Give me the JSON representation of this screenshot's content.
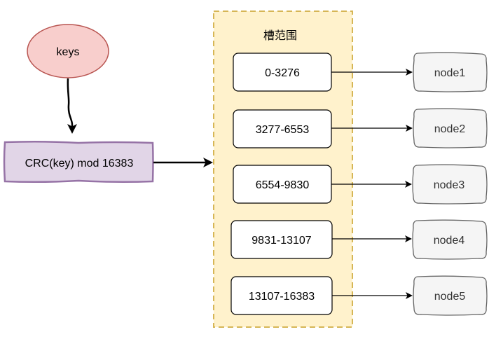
{
  "diagram": {
    "input": {
      "label": "keys"
    },
    "hash": {
      "label": "CRC(key) mod 16383"
    },
    "slot_container": {
      "title": "槽范围"
    },
    "slots": [
      {
        "range": "0-3276",
        "node": "node1"
      },
      {
        "range": "3277-6553",
        "node": "node2"
      },
      {
        "range": "6554-9830",
        "node": "node3"
      },
      {
        "range": "9831-13107",
        "node": "node4"
      },
      {
        "range": "13107-16383",
        "node": "node5"
      }
    ]
  },
  "colors": {
    "keys_fill": "#f8cecc",
    "keys_stroke": "#b85450",
    "hash_fill": "#e1d5e7",
    "hash_stroke": "#9673a6",
    "container_fill": "#fff2cc",
    "container_stroke": "#d6b656",
    "slot_fill": "#ffffff",
    "slot_stroke": "#000000",
    "node_fill": "#f5f5f5",
    "node_stroke": "#666666",
    "arrow": "#000000"
  }
}
